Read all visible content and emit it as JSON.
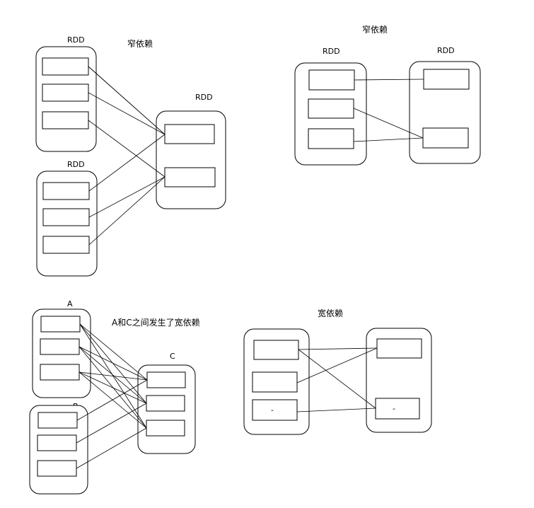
{
  "labels": {
    "rdd": "RDD",
    "narrow_dep": "窄依赖",
    "wide_dep": "宽依赖",
    "a": "A",
    "b": "B",
    "c": "C",
    "a_c_wide": "A和C之间发生了宽依赖",
    "dash": "-"
  }
}
